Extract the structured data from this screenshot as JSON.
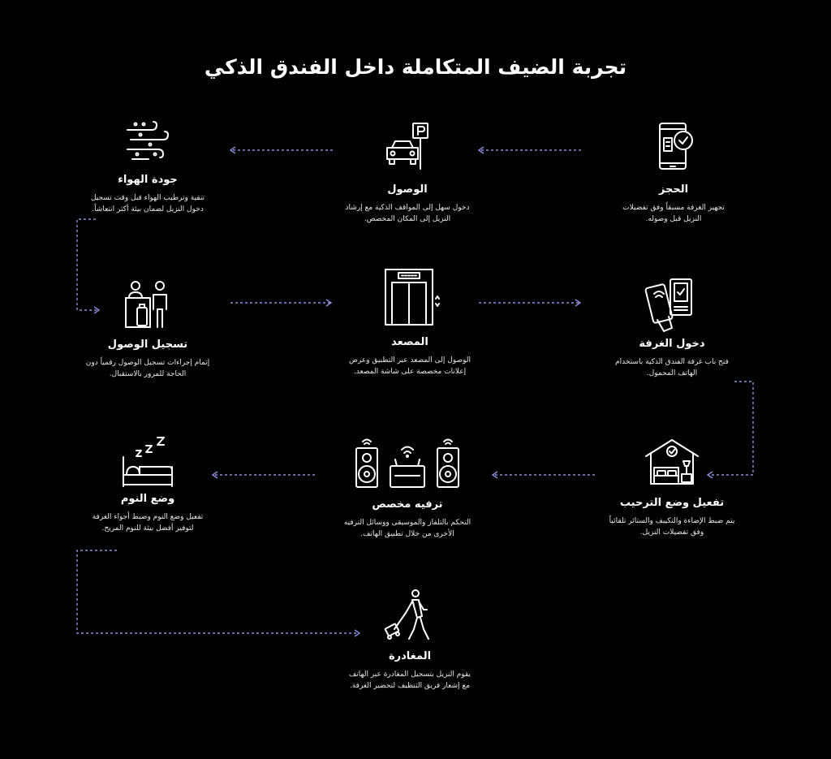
{
  "title": "تجربة الضيف المتكاملة داخل الفندق الذكي",
  "colors": {
    "background": "#000000",
    "text": "#ffffff",
    "connector": "#8b8fdc"
  },
  "steps": [
    {
      "icon": "phone-check-icon",
      "name": "الحجز",
      "desc": "تجهيز الغرفة مسبقاً وفق تفضيلات النزيل قبل وصوله."
    },
    {
      "icon": "car-parking-icon",
      "name": "الوصول",
      "desc": "دخول سهل إلى المواقف الذكية مع إرشاد النزيل إلى المكان المخصص."
    },
    {
      "icon": "air-quality-icon",
      "name": "جودة الهواء",
      "desc": "تنقية وترطيب الهواء قبل وقت تسجيل دخول النزيل لضمان بيئة أكثر انتعاشاً."
    },
    {
      "icon": "check-in-icon",
      "name": "تسجيل الوصول",
      "desc": "إتمام إجراءات تسجيل الوصول رقمياً دون الحاجة للمرور بالاستقبال."
    },
    {
      "icon": "elevator-icon",
      "name": "المصعد",
      "desc": "الوصول إلى المصعد عبر التطبيق وعرض إعلانات مخصصة على شاشة المصعد."
    },
    {
      "icon": "phone-door-icon",
      "name": "دخول الغرفة",
      "desc": "فتح باب غرفة الفندق الذكية باستخدام الهاتف المحمول."
    },
    {
      "icon": "welcome-mode-icon",
      "name": "تفعيل وضع الترحيب",
      "desc": "يتم ضبط الإضاءة والتكييف والستائر تلقائياً وفق تفضيلات النزيل."
    },
    {
      "icon": "entertainment-icon",
      "name": "ترفيه مخصص",
      "desc": "التحكم بالتلفاز والموسيقى ووسائل الترفيه الأخرى من خلال تطبيق الهاتف."
    },
    {
      "icon": "sleep-mode-icon",
      "name": "وضع النوم",
      "desc": "تفعيل وضع النوم وضبط أجواء الغرفة لتوفير أفضل بيئة للنوم المريح."
    },
    {
      "icon": "checkout-icon",
      "name": "المغادرة",
      "desc": "يقوم النزيل بتسجيل المغادرة عبر الهاتف مع إشعار فريق التنظيف لتحضير الغرفة."
    }
  ]
}
